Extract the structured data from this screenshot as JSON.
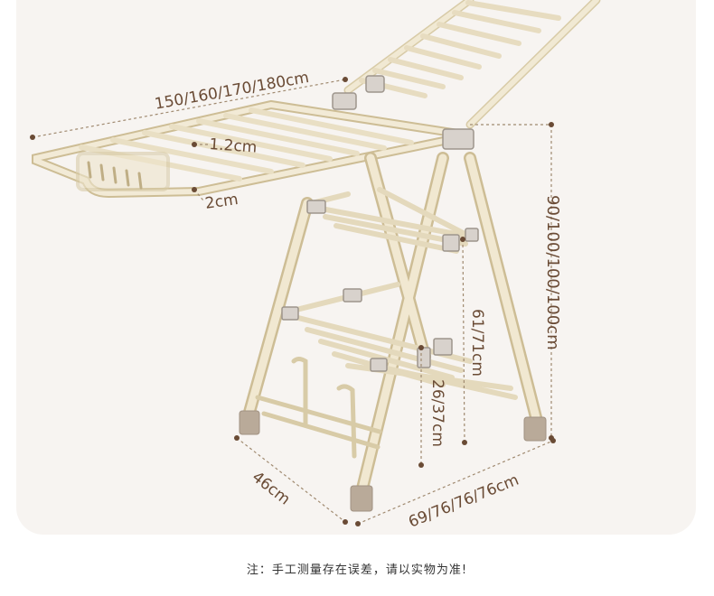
{
  "dimensions": {
    "length": "150/160/170/180cm",
    "tube_small": "1.2cm",
    "tube_large": "2cm",
    "height": "90/100/100/100cm",
    "mid_height": "61/71cm",
    "low_height": "26/37cm",
    "depth": "46cm",
    "width": "69/76/76/76cm"
  },
  "note": "注：手工测量存在误差，请以实物为准!",
  "colors": {
    "frame": "#ece2c8",
    "frame_shadow": "#c9b98f",
    "dimension_text": "#6a4b35",
    "dimension_line": "#a08a70",
    "foot": "#b9aa99",
    "panel": "#f7f4f1"
  }
}
